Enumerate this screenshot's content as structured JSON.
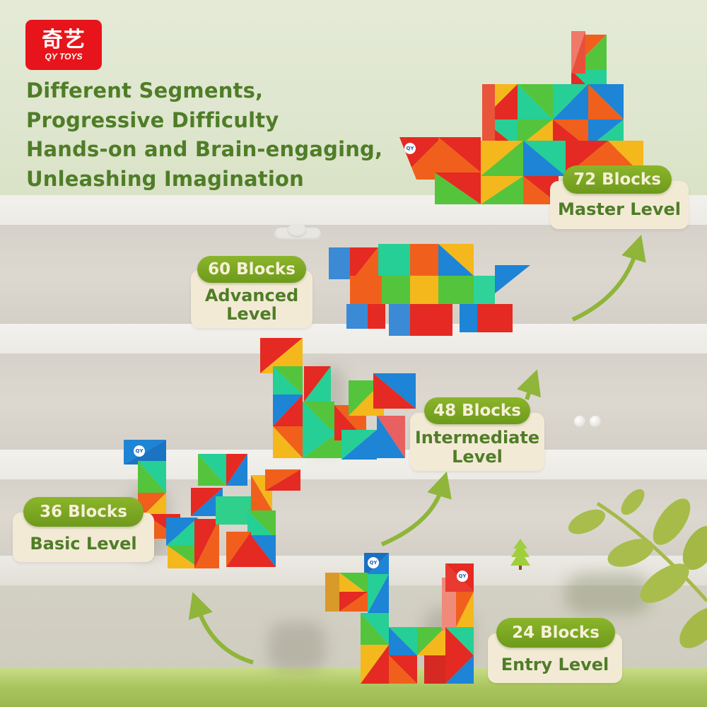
{
  "brand": {
    "logo_chinese": "奇艺",
    "logo_english": "QY TOYS",
    "logo_color": "#e8141b"
  },
  "headline": {
    "lines": [
      "Different Segments,",
      "Progressive Difficulty",
      "Hands-on and Brain-engaging,",
      "Unleashing Imagination"
    ],
    "color": "#4f7d27"
  },
  "levels": [
    {
      "blocks": "24 Blocks",
      "level": "Entry Level",
      "shape": "dog"
    },
    {
      "blocks": "36 Blocks",
      "level": "Basic Level",
      "shape": "camel"
    },
    {
      "blocks": "48 Blocks",
      "level": "Intermediate Level",
      "level_lines": [
        "Intermediate",
        "Level"
      ],
      "shape": "snake-bird"
    },
    {
      "blocks": "60 Blocks",
      "level": "Advanced Level",
      "level_lines": [
        "Advanced",
        "Level"
      ],
      "shape": "turtle"
    },
    {
      "blocks": "72 Blocks",
      "level": "Master Level",
      "shape": "boat"
    }
  ],
  "colors": {
    "pill_green": "#7aa623",
    "card_cream": "#f3ead6",
    "arrow_green": "#8fb53a",
    "tile_red": "#e42a22",
    "tile_orange": "#f0601c",
    "tile_yellow": "#f4b81c",
    "tile_green": "#54c43c",
    "tile_teal": "#25cf96",
    "tile_blue": "#1d84d6"
  },
  "decorations": [
    "cloud",
    "pearls",
    "pine-tree",
    "leafy-branch",
    "progress-arrows"
  ]
}
